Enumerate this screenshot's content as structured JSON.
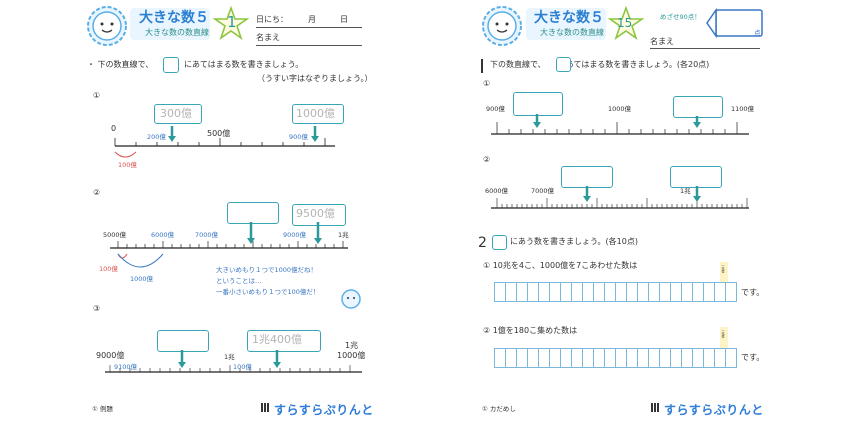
{
  "left": {
    "title": "大きな数５",
    "subtitle": "大きな数の数直線",
    "page_no": "1",
    "date_label": "日にち：　　　月　　　日",
    "name_label": "名まえ",
    "instruction1": "・ 下の数直線で、",
    "instruction2": "にあてはまる数を書きましょう。",
    "instruction3": "（うすい字はなぞりましょう。）",
    "q1": {
      "num": "①",
      "zero": "0",
      "ans1": "300億",
      "ans2": "1000億",
      "t200": "200億",
      "t500": "500億",
      "t900": "900億",
      "t100": "100億"
    },
    "q2": {
      "num": "②",
      "ans2": "9500億",
      "t5000": "5000億",
      "t6000": "6000億",
      "t7000": "7000億",
      "t9000": "9000億",
      "t1cho": "1兆",
      "t100": "100億",
      "t1000": "1000億"
    },
    "hint": [
      "大きいめもり１つで1000億だね！",
      "ということは…",
      "一番小さいめもり１つで100億だ！"
    ],
    "q3": {
      "num": "③",
      "t9000": "9000億",
      "t9100": "9100億",
      "t1cho_mid": "1兆",
      "t100": "100億",
      "ans2": "1兆400億",
      "t1cho_right1": "1兆",
      "t1cho_right2": "1000億"
    },
    "footer": "① 例題",
    "logo": "すらすらぷりんと"
  },
  "right": {
    "title": "大きな数５",
    "subtitle": "大きな数の数直線",
    "page_no": "15",
    "goal": "めざせ90点！",
    "score_unit": "点",
    "name_label": "名まえ",
    "instruction": "下の数直線で、　　にあてはまる数を書きましょう。(各20点)",
    "q1": {
      "num": "①",
      "t900": "900億",
      "t1000": "1000億",
      "t1100": "1100億"
    },
    "q2": {
      "num": "②",
      "t6000": "6000億",
      "t7000": "7000億",
      "t1cho": "1兆"
    },
    "sec2_num": "2",
    "sec2_text": "にあう数を書きましょう。(各10点)",
    "p1": "① 10兆を4こ、1000億を7こあわせた数は",
    "p2": "② 1億を180こ集めた数は",
    "desu": "です。",
    "unit_label": "一兆億",
    "footer": "① カだめし",
    "logo": "すらすらぷりんと"
  }
}
